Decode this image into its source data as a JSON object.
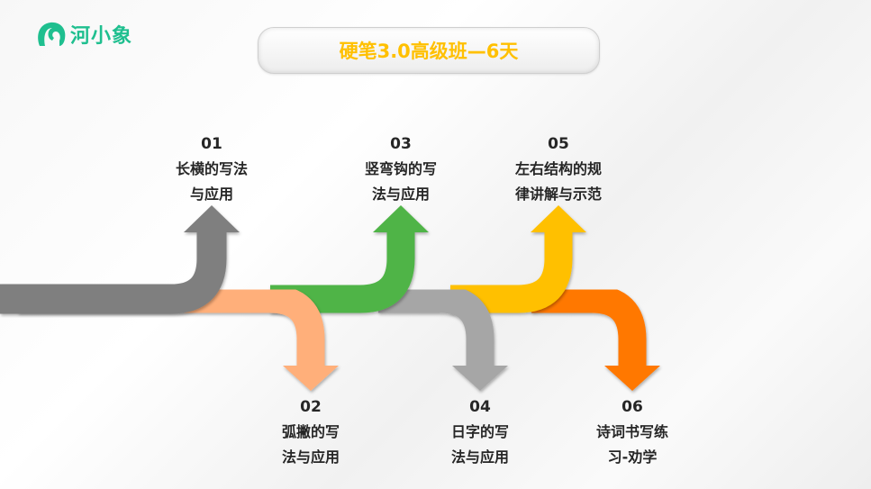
{
  "logo": {
    "text": "河小象"
  },
  "title": "硬笔3.0高级班—6天",
  "steps": [
    {
      "num": "01",
      "line1": "长横的写法",
      "line2": "与应用",
      "color": "#7f7f7f",
      "direction": "up"
    },
    {
      "num": "02",
      "line1": "弧撇的写",
      "line2": "法与应用",
      "color": "#ffaf7a",
      "direction": "down"
    },
    {
      "num": "03",
      "line1": "竖弯钩的写",
      "line2": "法与应用",
      "color": "#50b447",
      "direction": "up"
    },
    {
      "num": "04",
      "line1": "日字的写",
      "line2": "法与应用",
      "color": "#a6a6a6",
      "direction": "down"
    },
    {
      "num": "05",
      "line1": "左右结构的规",
      "line2": "律讲解与示范",
      "color": "#ffc000",
      "direction": "up"
    },
    {
      "num": "06",
      "line1": "诗词书写练",
      "line2": "习-劝学",
      "color": "#ff7800",
      "direction": "down"
    }
  ]
}
